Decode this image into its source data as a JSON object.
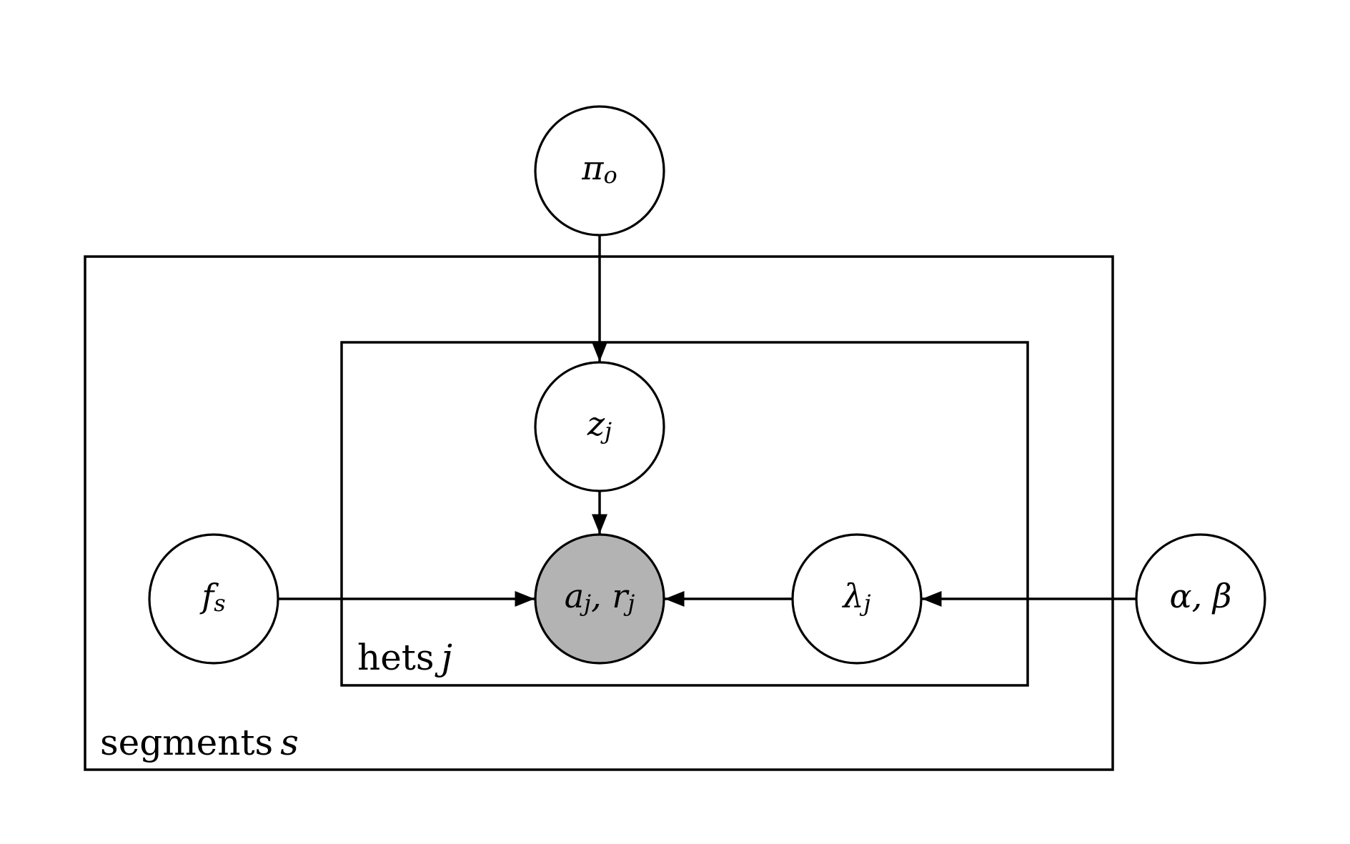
{
  "diagram": {
    "nodes": [
      {
        "id": "pi_o",
        "main": "π",
        "sub": "o",
        "observed": false
      },
      {
        "id": "z_j",
        "main": "z",
        "sub": "j",
        "observed": false
      },
      {
        "id": "f_s",
        "main": "f",
        "sub": "s",
        "observed": false
      },
      {
        "id": "a_r",
        "main": "a",
        "sub": "j",
        "main2": ", r",
        "sub2": "j",
        "observed": true
      },
      {
        "id": "lambda_j",
        "main": "λ",
        "sub": "j",
        "observed": false
      },
      {
        "id": "alpha_beta",
        "main": "α, β",
        "observed": false
      }
    ],
    "edges": [
      {
        "from": "pi_o",
        "to": "z_j"
      },
      {
        "from": "z_j",
        "to": "a_r"
      },
      {
        "from": "f_s",
        "to": "a_r"
      },
      {
        "from": "lambda_j",
        "to": "a_r"
      },
      {
        "from": "alpha_beta",
        "to": "lambda_j"
      }
    ],
    "plates": {
      "segments": {
        "word": "segments",
        "var": "s"
      },
      "hets": {
        "word": "hets",
        "var": "j"
      }
    },
    "colors": {
      "stroke": "#000000",
      "node_fill": "#ffffff",
      "observed_fill": "#b3b3b3",
      "background": "#ffffff"
    }
  }
}
